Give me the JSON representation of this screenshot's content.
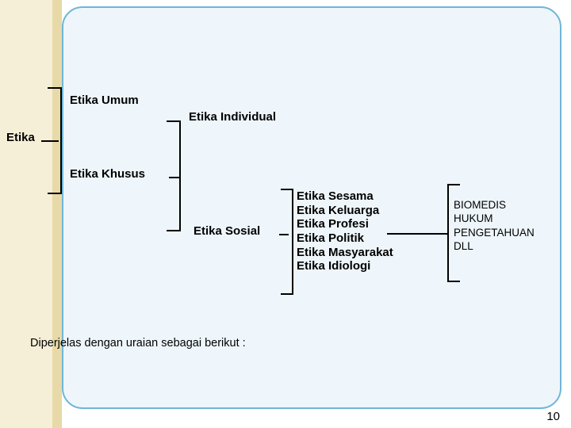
{
  "slide": {
    "page_number": "10",
    "footer_note": "Diperjelas dengan uraian sebagai berikut :",
    "root_label": "Etika",
    "nodes": {
      "etika_umum": "Etika Umum",
      "etika_individual": "Etika Individual",
      "etika_khusus": "Etika Khusus",
      "etika_sosial": "Etika Sosial"
    },
    "sosial_items": [
      "Etika Sesama",
      "Etika Keluarga",
      "Etika Profesi",
      "Etika Politik",
      "Etika Masyarakat",
      "Etika Idiologi"
    ],
    "profesi_items": [
      "BIOMEDIS",
      "HUKUM",
      "PENGETAHUAN",
      "DLL"
    ]
  },
  "colors": {
    "panel_bg": "#eef6fb",
    "panel_border": "#6fb6d8",
    "band": "#f6efd7",
    "band_inner": "#e8d9a8",
    "text": "#000000"
  }
}
